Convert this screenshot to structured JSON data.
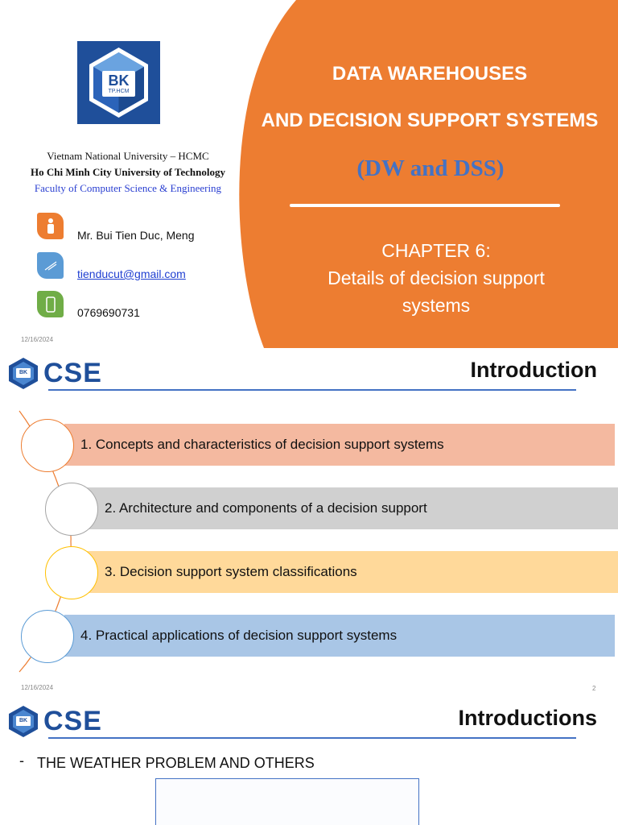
{
  "slide1": {
    "title_line1": "DATA WAREHOUSES",
    "title_line2": "AND DECISION SUPPORT SYSTEMS",
    "abbreviation": "(DW and DSS)",
    "chapter_line1": "CHAPTER 6:",
    "chapter_line2": "Details of decision support",
    "chapter_line3": "systems",
    "logo_text_top": "BK",
    "logo_text_bottom": "TP.HCM",
    "university_line1": "Vietnam National University – HCMC",
    "university_line2": "Ho Chi Minh City University of Technology",
    "university_line3": "Faculty of Computer Science & Engineering",
    "contact_name": "Mr. Bui Tien Duc, Meng",
    "contact_email": "tienducut@gmail.com",
    "contact_phone": "0769690731",
    "date": "12/16/2024",
    "colors": {
      "accent_orange": "#ed7d31",
      "title_blue": "#4472c4",
      "brand_blue": "#1f4f9a"
    }
  },
  "slide2": {
    "logo_text": "CSE",
    "logo_badge": "BK",
    "title": "Introduction",
    "items": [
      "1. Concepts and characteristics of decision support systems",
      "2. Architecture and components of a decision support",
      "3. Decision support system classifications",
      "4. Practical applications of decision support systems"
    ],
    "date": "12/16/2024",
    "page_number": "2"
  },
  "slide3": {
    "logo_text": "CSE",
    "logo_badge": "BK",
    "title": "Introductions",
    "bullet_marker": "-",
    "bullet": "THE WEATHER PROBLEM AND OTHERS"
  }
}
